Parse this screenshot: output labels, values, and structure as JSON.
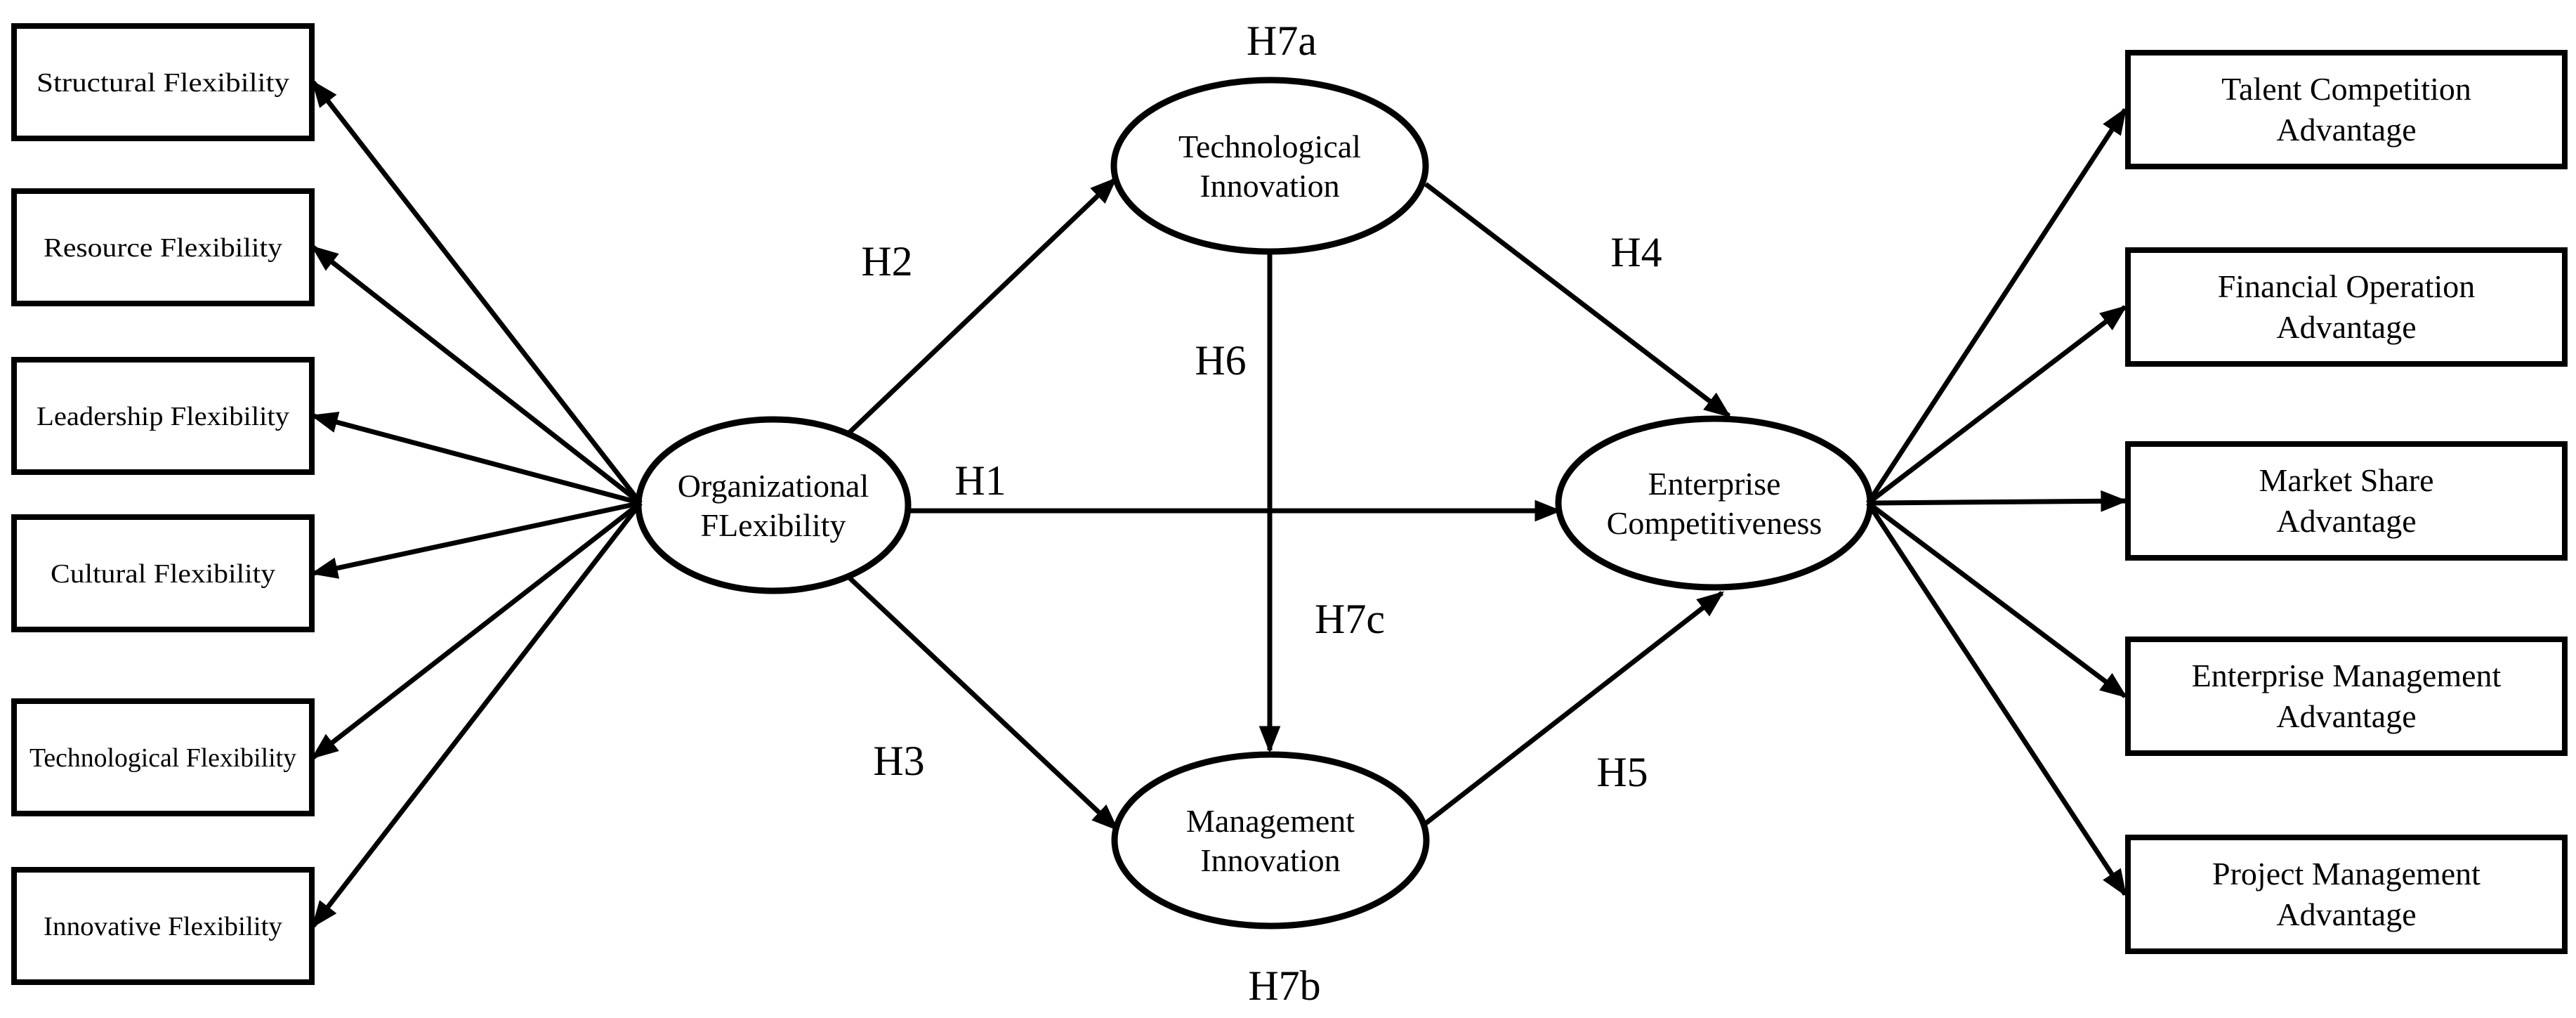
{
  "diagram": {
    "background_color": "#ffffff",
    "line_color": "#000000",
    "left_boxes": [
      {
        "label": "Structural Flexibility"
      },
      {
        "label": "Resource Flexibility"
      },
      {
        "label": "Leadership Flexibility"
      },
      {
        "label": "Cultural Flexibility"
      },
      {
        "label": "Technological Flexibility"
      },
      {
        "label": "Innovative Flexibility"
      }
    ],
    "ellipses": {
      "organizational_flexibility": {
        "line1": "Organizational",
        "line2": "FLexibility"
      },
      "technological_innovation": {
        "line1": "Technological",
        "line2": "Innovation"
      },
      "management_innovation": {
        "line1": "Management",
        "line2": "Innovation"
      },
      "enterprise_competitiveness": {
        "line1": "Enterprise",
        "line2": "Competitiveness"
      }
    },
    "right_boxes": [
      {
        "line1": "Talent Competition",
        "line2": "Advantage"
      },
      {
        "line1": "Financial Operation",
        "line2": "Advantage"
      },
      {
        "line1": "Market Share",
        "line2": "Advantage"
      },
      {
        "line1": "Enterprise Management",
        "line2": "Advantage"
      },
      {
        "line1": "Project Management",
        "line2": "Advantage"
      }
    ],
    "hypothesis_labels": {
      "h1": "H1",
      "h2": "H2",
      "h3": "H3",
      "h4": "H4",
      "h5": "H5",
      "h6": "H6",
      "h7a": "H7a",
      "h7b": "H7b",
      "h7c": "H7c"
    }
  }
}
